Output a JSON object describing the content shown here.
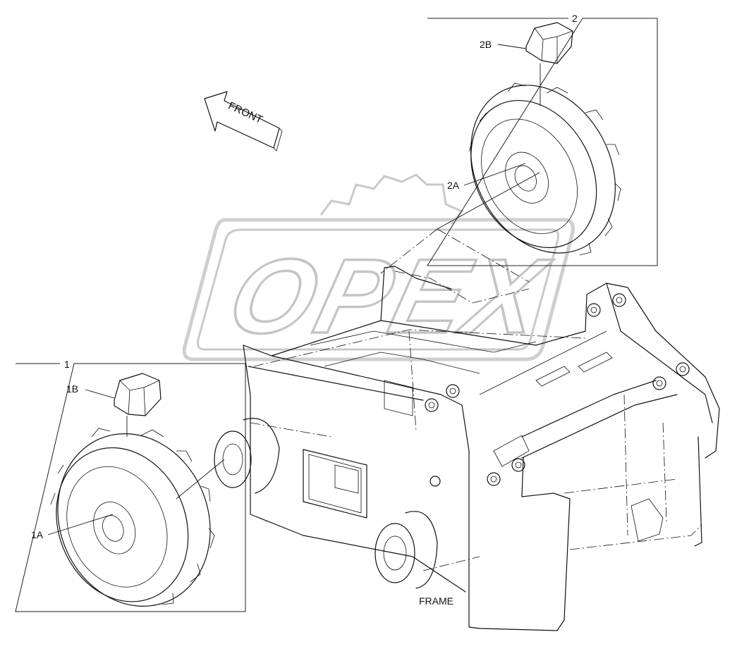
{
  "watermark": {
    "text": "OPEX"
  },
  "direction_arrow": {
    "label": "FRONT"
  },
  "groups": [
    {
      "id": "1",
      "label": "1",
      "parts": [
        {
          "id": "1A",
          "label": "1A"
        },
        {
          "id": "1B",
          "label": "1B"
        }
      ]
    },
    {
      "id": "2",
      "label": "2",
      "parts": [
        {
          "id": "2A",
          "label": "2A"
        },
        {
          "id": "2B",
          "label": "2B"
        }
      ]
    }
  ],
  "frame": {
    "label": "FRAME"
  },
  "icons": [
    "front-arrow-icon",
    "gear-watermark-icon",
    "tire-icon",
    "tire-segment-icon",
    "hub-icon"
  ]
}
